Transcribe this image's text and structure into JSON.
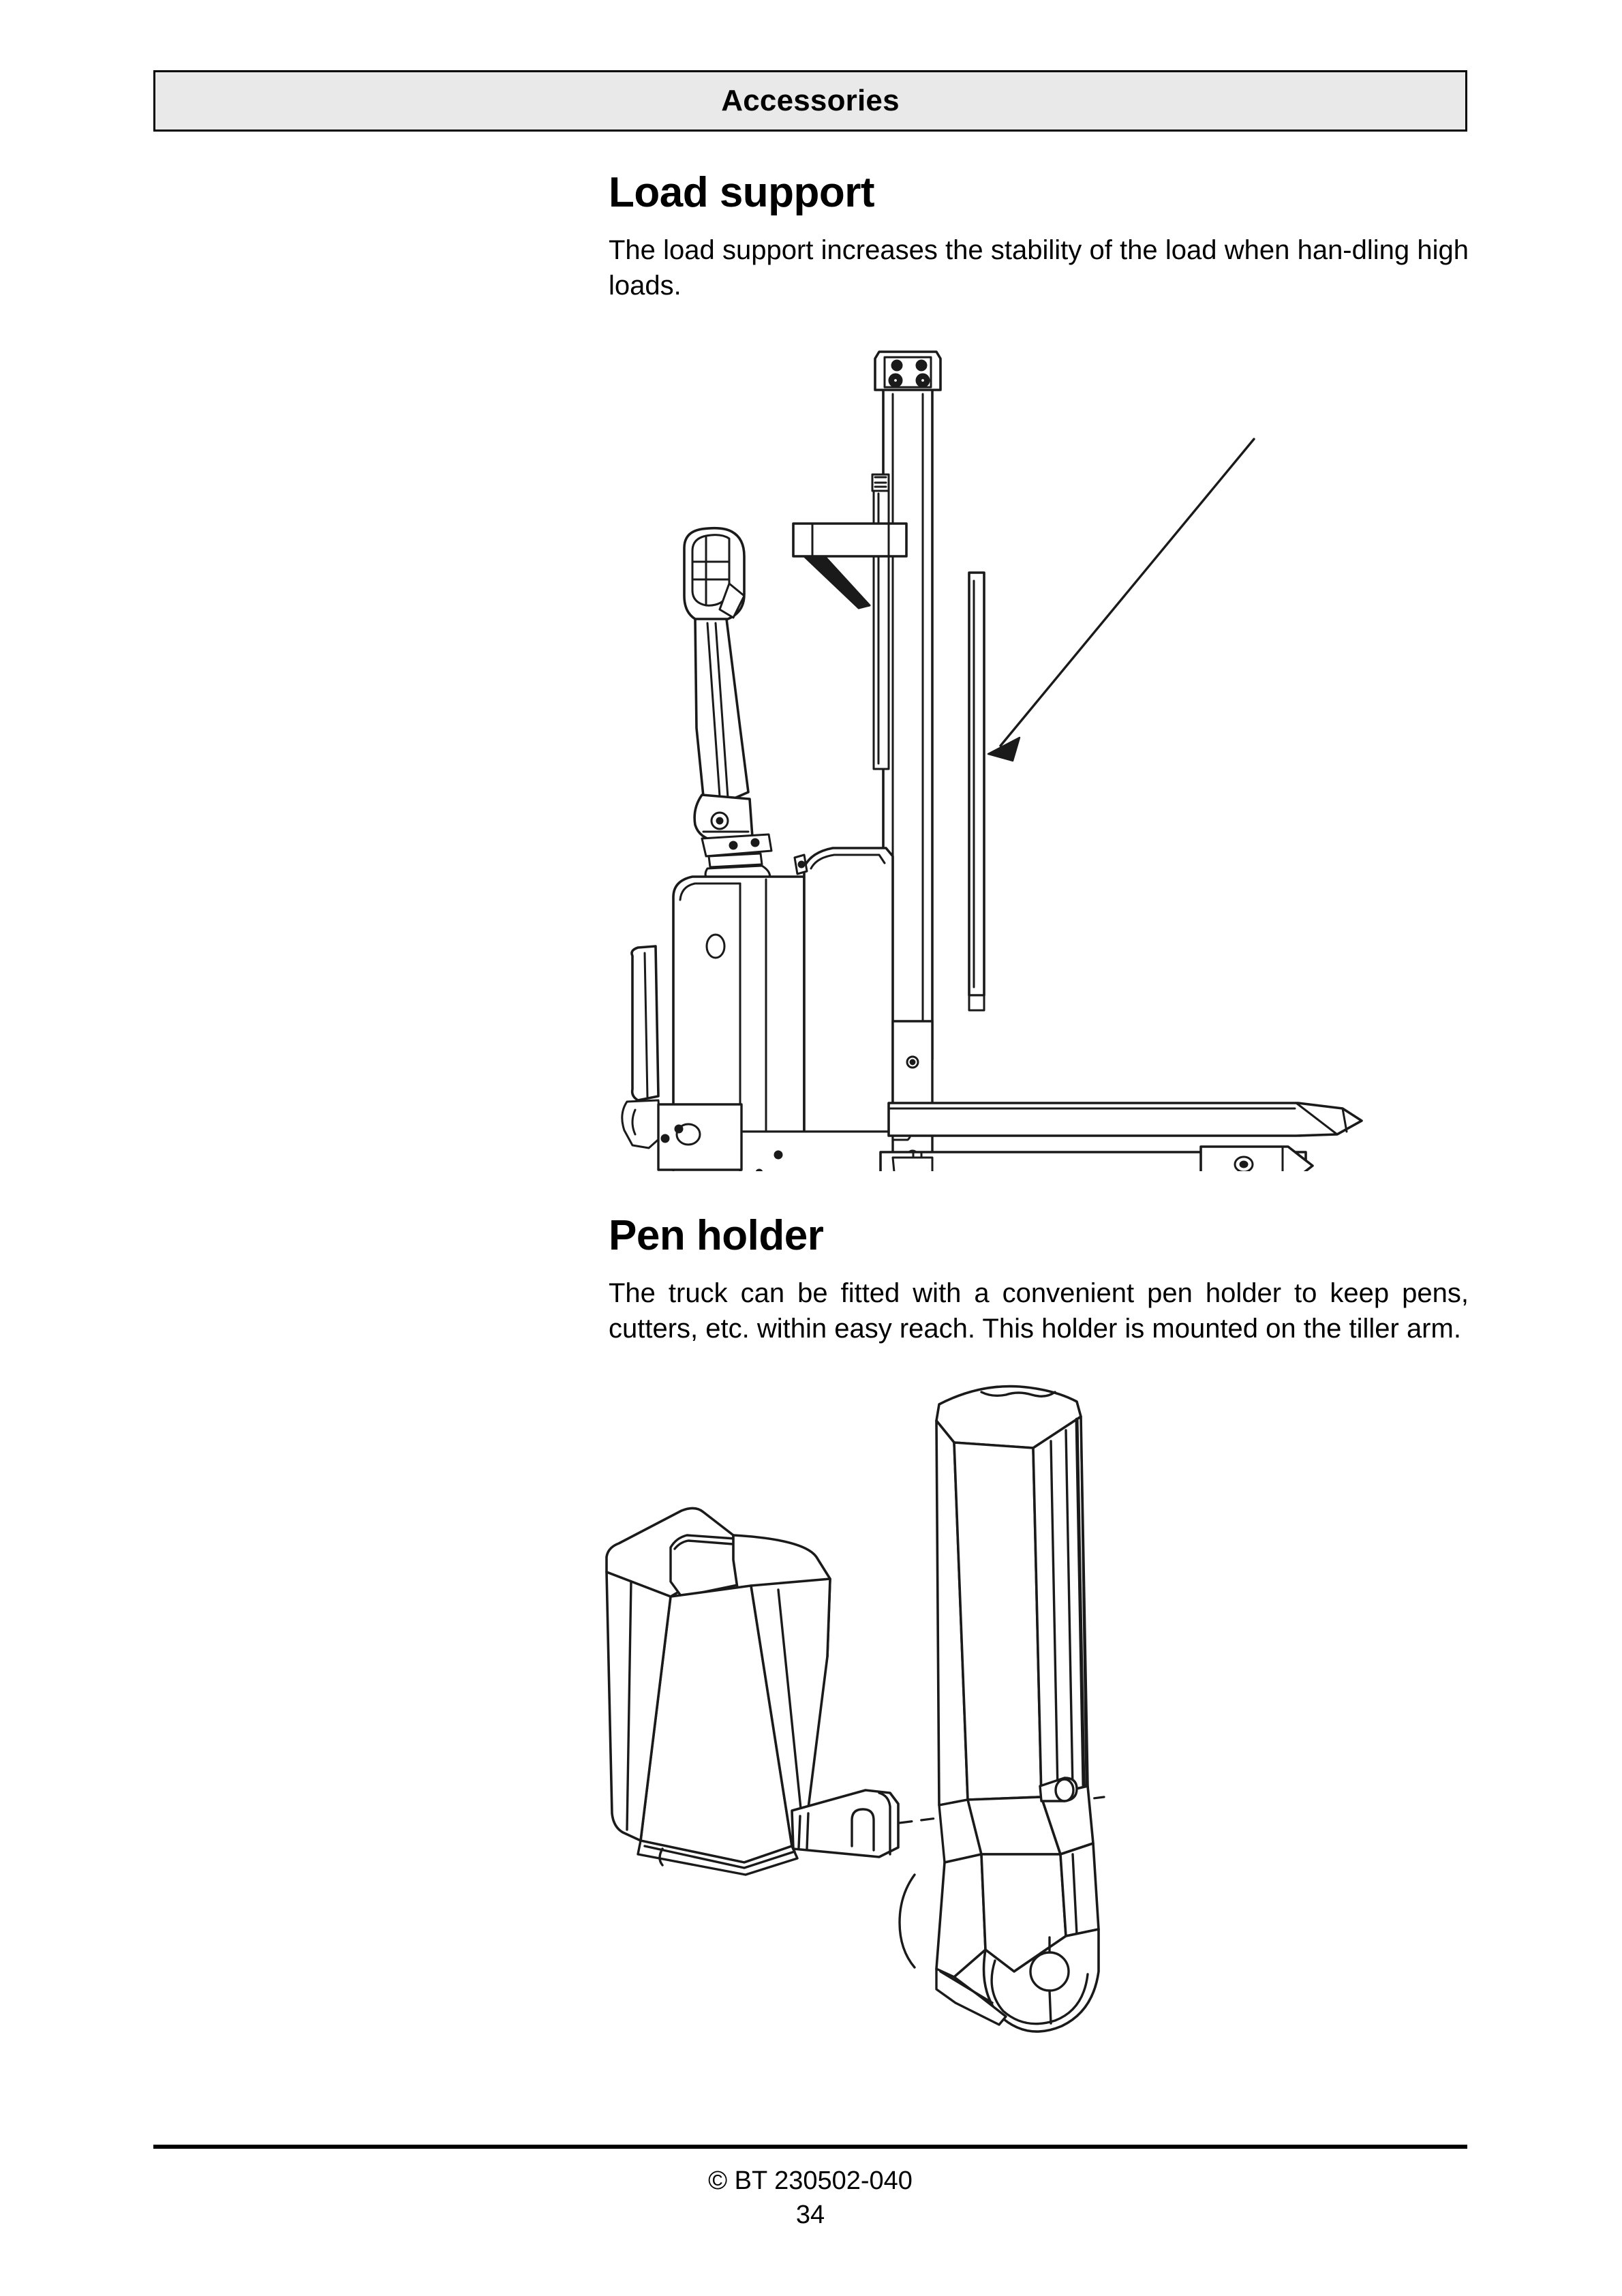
{
  "header": {
    "title": "Accessories"
  },
  "sections": [
    {
      "heading": "Load support",
      "body": "The load support increases the stability of the load when han-dling high loads.",
      "figure": {
        "name": "load-support-truck-diagram",
        "callout": "leader-arrow-to-load-support"
      }
    },
    {
      "heading": "Pen holder",
      "body": "The truck can be fitted with a convenient pen holder to keep pens, cutters, etc. within easy reach. This holder is mounted on the tiller arm.",
      "figure": {
        "name": "pen-holder-mounting-diagram",
        "callout": "dashed-assembly-line"
      }
    }
  ],
  "footer": {
    "copyright": "© BT 230502-040",
    "page_number": "34"
  },
  "colors": {
    "header_fill": "#e9e9e9",
    "rule": "#000000",
    "line_art": "#1a1a1a",
    "page": "#ffffff"
  }
}
